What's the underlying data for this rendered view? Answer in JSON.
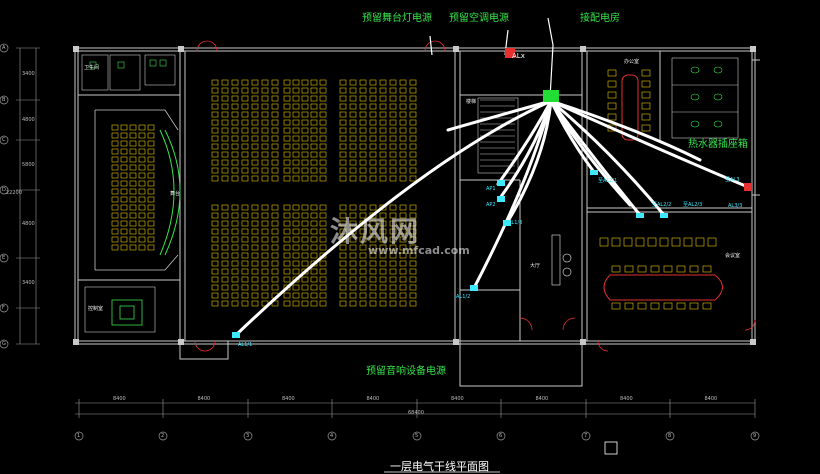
{
  "drawing": {
    "title": "一层电气干线平面图",
    "background": "#000000",
    "line_color": "#ffffff",
    "wall_color": "#c9c9c9",
    "label_color": "#36e24a",
    "seat_color": "#e6c300",
    "fixture_color": "#3ee8ff"
  },
  "callouts": {
    "stage_light_power": "预留舞台灯电源",
    "ac_power": "预留空调电源",
    "to_power_room": "接配电房",
    "water_heater_socket_box": "热水器插座箱",
    "sound_equipment_power": "预留音响设备电源"
  },
  "panels": {
    "main": "ALx",
    "al1_1": "AL1/1",
    "al1_2": "AL1/2",
    "al1_3": "AL1/3",
    "al2_1": "至AL2/1",
    "al2_2": "至AL2/2",
    "al2_3": "至AL2/3",
    "al3": "至AL3",
    "al3_right": "AL3/3",
    "ap1": "AP1",
    "ap2": "AP2"
  },
  "watermark": {
    "brand": "沐风网",
    "url": "www.mfcad.com"
  },
  "grid_axes": {
    "columns": [
      "1",
      "2",
      "3",
      "4",
      "5",
      "6",
      "7",
      "8",
      "9"
    ],
    "rows": [
      "A",
      "B",
      "C",
      "D",
      "E",
      "F",
      "G"
    ],
    "bay_dimensions": [
      "8400",
      "8400",
      "8400",
      "8400",
      "8400",
      "8400",
      "8400",
      "8400"
    ],
    "total_dimension": "68400",
    "row_dimensions": [
      "3400",
      "4800",
      "5800",
      "4800",
      "3400"
    ],
    "total_row_dimension": "22200"
  },
  "room_labels": {
    "stair": "楼梯",
    "hall": "大厅",
    "meeting": "会议室",
    "stage": "舞台",
    "control": "控制室",
    "toilet": "卫生间",
    "office": "办公室"
  }
}
